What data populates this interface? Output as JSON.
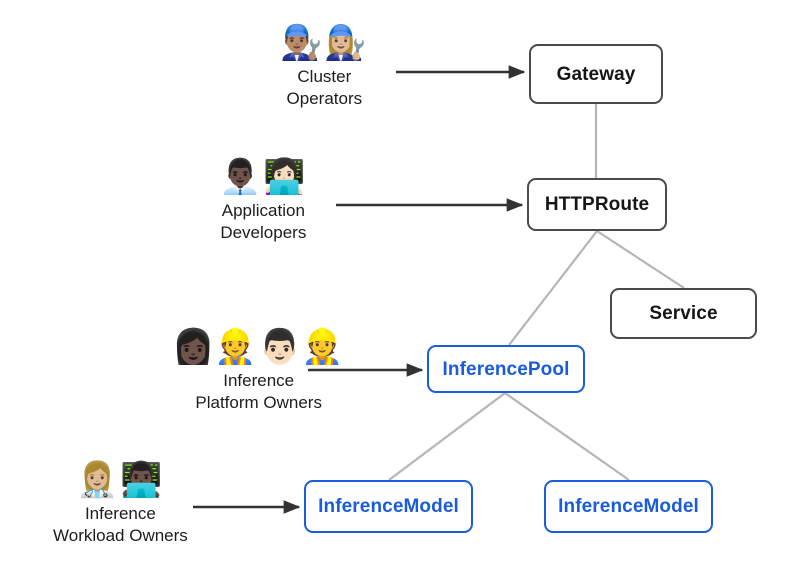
{
  "diagram": {
    "title": "Gateway API Inference Extension resource model",
    "background_color": "#ffffff",
    "colors": {
      "box_dark_border": "#4a4a4a",
      "box_blue_border": "#1a5cdb",
      "blue_text": "#1a5cdb",
      "dark_text": "#161616",
      "connector_line": "#b5b5b5",
      "arrow": "#333333"
    },
    "nodes": [
      {
        "id": "gateway",
        "label": "Gateway",
        "style": "dark"
      },
      {
        "id": "httproute",
        "label": "HTTPRoute",
        "style": "dark"
      },
      {
        "id": "service",
        "label": "Service",
        "style": "dark"
      },
      {
        "id": "inferencepool",
        "label": "InferencePool",
        "style": "blue"
      },
      {
        "id": "inferencemodel_1",
        "label": "InferenceModel",
        "style": "blue"
      },
      {
        "id": "inferencemodel_2",
        "label": "InferenceModel",
        "style": "blue"
      }
    ],
    "actors": [
      {
        "id": "cluster_operators",
        "emojis": "👨🏽‍🔧👩🏼‍🔧",
        "icon_names": [
          "man-mechanic-icon",
          "woman-mechanic-icon"
        ],
        "line1": "Cluster",
        "line2": "Operators",
        "targets": "gateway"
      },
      {
        "id": "application_developers",
        "emojis": "👨🏿‍💼👩🏻‍💻",
        "icon_names": [
          "man-office-worker-icon",
          "woman-technologist-icon"
        ],
        "line1": "Application",
        "line2": "Developers",
        "targets": "httproute"
      },
      {
        "id": "inference_platform_owners",
        "emojis": "👩🏿‍👷👨🏻‍👷",
        "icon_names": [
          "woman-construction-worker-icon",
          "man-construction-worker-icon"
        ],
        "line1": "Inference",
        "line2": "Platform Owners",
        "targets": "inferencepool"
      },
      {
        "id": "inference_workload_owners",
        "emojis": "👩🏼‍⚕️👨🏿‍💻",
        "icon_names": [
          "woman-health-worker-icon",
          "man-technologist-icon"
        ],
        "line1": "Inference",
        "line2": "Workload Owners",
        "targets": "inferencemodel_1"
      }
    ],
    "connections": [
      {
        "from": "gateway",
        "to": "httproute",
        "kind": "plain-line"
      },
      {
        "from": "httproute",
        "to": "inferencepool",
        "kind": "plain-line"
      },
      {
        "from": "httproute",
        "to": "service",
        "kind": "plain-line"
      },
      {
        "from": "inferencepool",
        "to": "inferencemodel_1",
        "kind": "plain-line"
      },
      {
        "from": "inferencepool",
        "to": "inferencemodel_2",
        "kind": "plain-line"
      }
    ]
  }
}
